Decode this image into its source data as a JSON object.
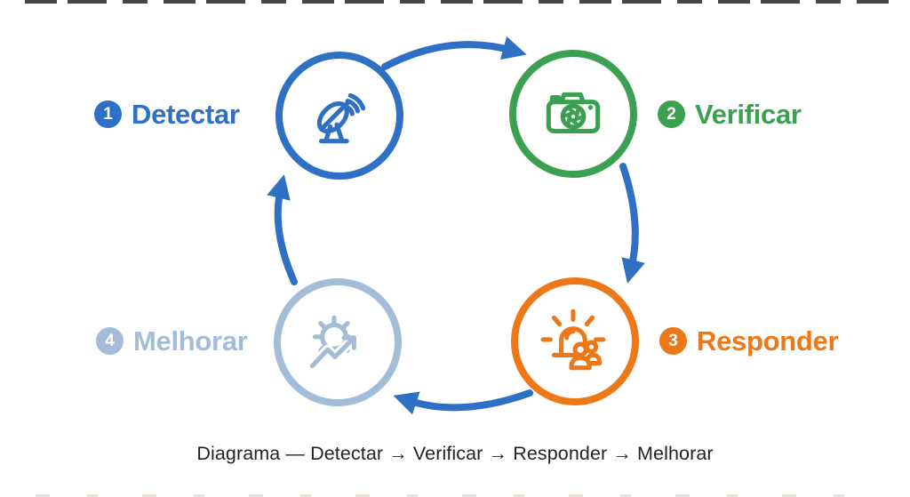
{
  "diagram": {
    "type": "cycle",
    "background_color": "#ffffff",
    "arrow_color": "#2e70c3",
    "steps": [
      {
        "number": "1",
        "label": "Detectar",
        "icon": "satellite-dish-icon",
        "color": "#2e70c3",
        "label_side": "left"
      },
      {
        "number": "2",
        "label": "Verificar",
        "icon": "camera-aperture-icon",
        "color": "#3ba04f",
        "label_side": "right"
      },
      {
        "number": "3",
        "label": "Responder",
        "icon": "siren-people-icon",
        "color": "#ec7817",
        "label_side": "right"
      },
      {
        "number": "4",
        "label": "Melhorar",
        "icon": "gear-trend-arrow-icon",
        "color": "#a3bcd8",
        "label_side": "left"
      }
    ],
    "flow_order": [
      "Detectar",
      "Verificar",
      "Responder",
      "Melhorar"
    ],
    "caption": "Diagrama — Detectar → Verificar → Responder → Melhorar",
    "caption_color": "#1f2227"
  }
}
